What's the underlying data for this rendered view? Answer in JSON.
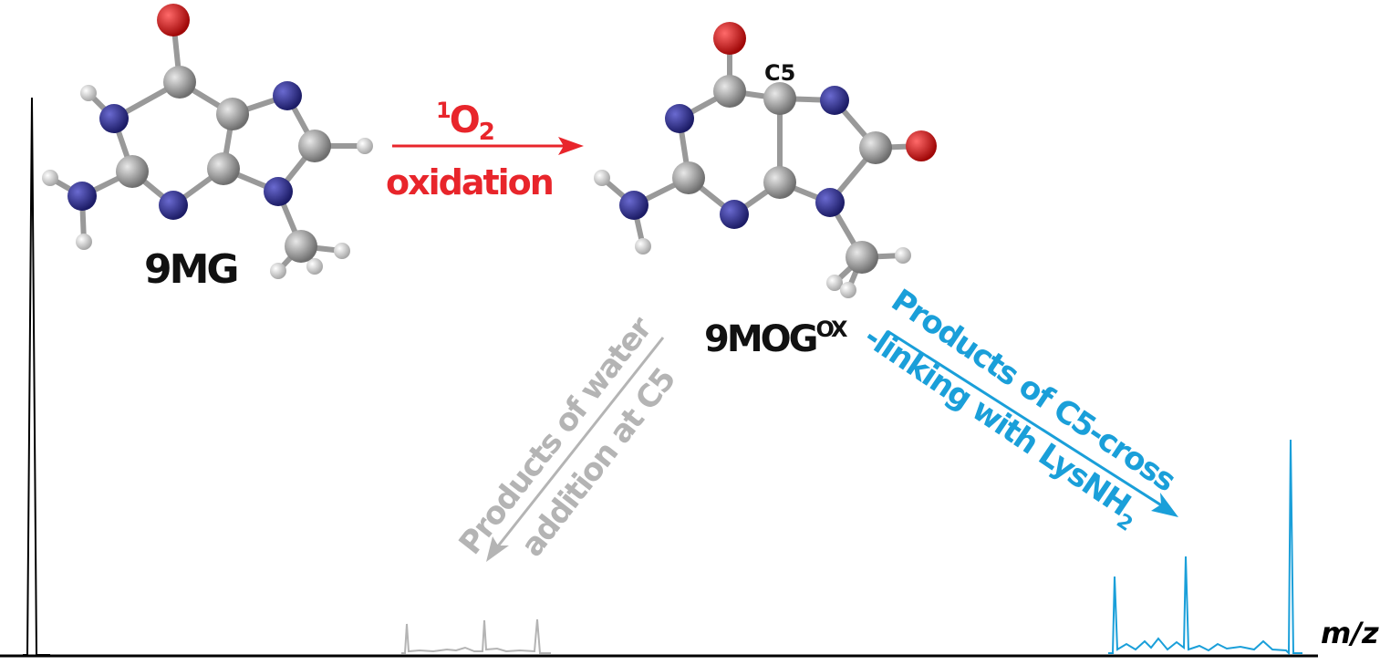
{
  "colors": {
    "oxidation": "#e8252b",
    "water": "#b4b4b4",
    "crosslink": "#1a9fd9",
    "carbon": "#9a9a9a",
    "nitrogen": "#2b2b8a",
    "oxygen": "#d81a1a",
    "hydrogen": "#f2f2f2"
  },
  "labels": {
    "reactant": "9MG",
    "reagent": "1",
    "reagent_o": "O",
    "reagent_sub": "2",
    "process": "oxidation",
    "c5": "C5",
    "product": "9MOG",
    "product_sup": "OX",
    "water_line1": "Products of water",
    "water_line2": "addition at C5",
    "cross_line1": "Products of C5-cross",
    "cross_line2": "-linking with  LysNH",
    "cross_sub": "2",
    "axis": "m/z"
  }
}
